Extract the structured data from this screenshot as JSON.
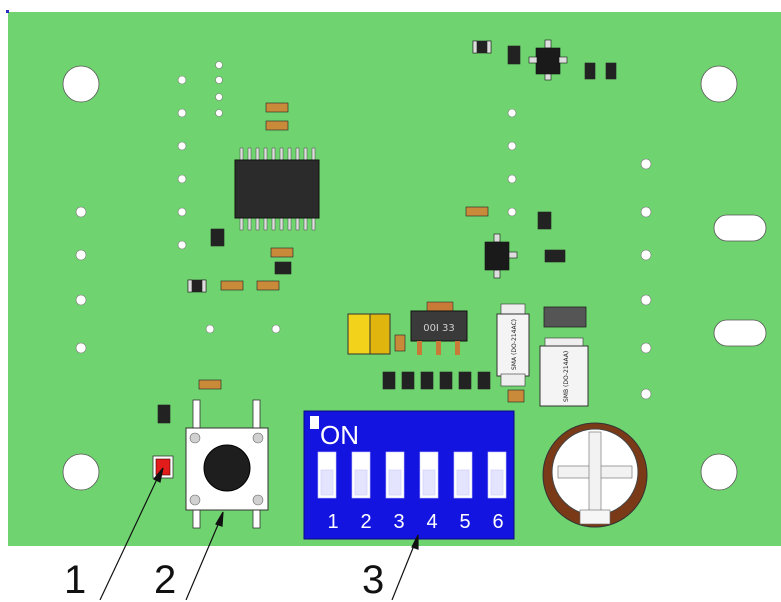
{
  "diagram": {
    "dip_switch": {
      "on_label": "ON",
      "numbers": [
        "1",
        "2",
        "3",
        "4",
        "5",
        "6"
      ]
    },
    "regulator_marking": "00I 33",
    "diode_marking": "SMA (DO-214AC)",
    "diode2_marking": "SMB (DO-214AA)",
    "callouts": [
      "1",
      "2",
      "3"
    ],
    "colors": {
      "pcb": "#6fd46f",
      "dip_switch": "#1414e0",
      "led": "#e21b1b",
      "tantalum_cap": "#f2d21a",
      "battery_ring": "#7a3a18"
    }
  }
}
